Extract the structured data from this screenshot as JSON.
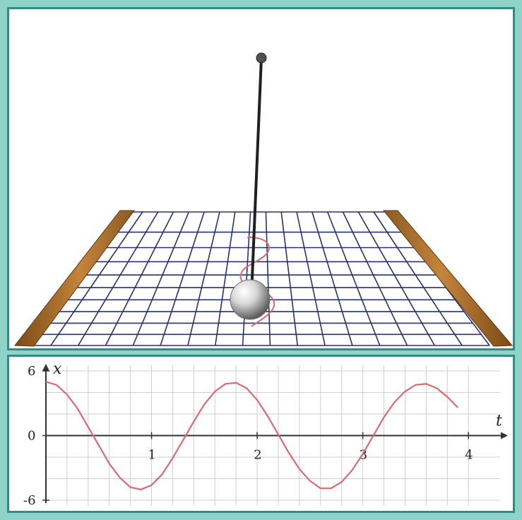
{
  "colors": {
    "frame_bg": "#8fd3c8",
    "frame_border": "#2f8d86",
    "grid_blue": "#27316f",
    "rail_brown": "#a66d2b",
    "trace_red": "#d86a72",
    "graph_grid": "#cfcfcf",
    "axis": "#333333"
  },
  "scene": {
    "description": "pendulum tracing a red oscillation path on a moving grid sheet"
  },
  "graph": {
    "x_axis_label": "t",
    "y_axis_label": "x",
    "x_ticks": [
      "1",
      "2",
      "3",
      "4"
    ],
    "y_ticks": [
      "6",
      "0",
      "-6"
    ]
  },
  "chart_data": {
    "type": "line",
    "xlabel": "t",
    "ylabel": "x",
    "xlim": [
      0,
      4.3
    ],
    "ylim": [
      -6,
      6
    ],
    "series": [
      {
        "x": [
          0,
          0.1,
          0.2,
          0.3,
          0.4,
          0.5,
          0.6,
          0.7,
          0.8,
          0.9,
          1.0,
          1.1,
          1.2,
          1.3,
          1.4,
          1.5,
          1.6,
          1.7,
          1.8,
          1.9,
          2.0,
          2.1,
          2.2,
          2.3,
          2.4,
          2.5,
          2.6,
          2.7,
          2.8,
          2.9,
          3.0,
          3.1,
          3.2,
          3.3,
          3.4,
          3.5,
          3.6,
          3.7,
          3.8,
          3.9
        ],
        "y": [
          5,
          4.7,
          3.8,
          2.5,
          0.8,
          -0.9,
          -2.6,
          -3.9,
          -4.8,
          -5.0,
          -4.6,
          -3.6,
          -2.1,
          -0.4,
          1.3,
          2.9,
          4.1,
          4.8,
          4.9,
          4.4,
          3.3,
          1.8,
          0.1,
          -1.6,
          -3.1,
          -4.2,
          -4.9,
          -4.9,
          -4.3,
          -3.2,
          -1.7,
          0.0,
          1.7,
          3.1,
          4.1,
          4.7,
          4.8,
          4.4,
          3.6,
          2.6
        ]
      }
    ]
  }
}
